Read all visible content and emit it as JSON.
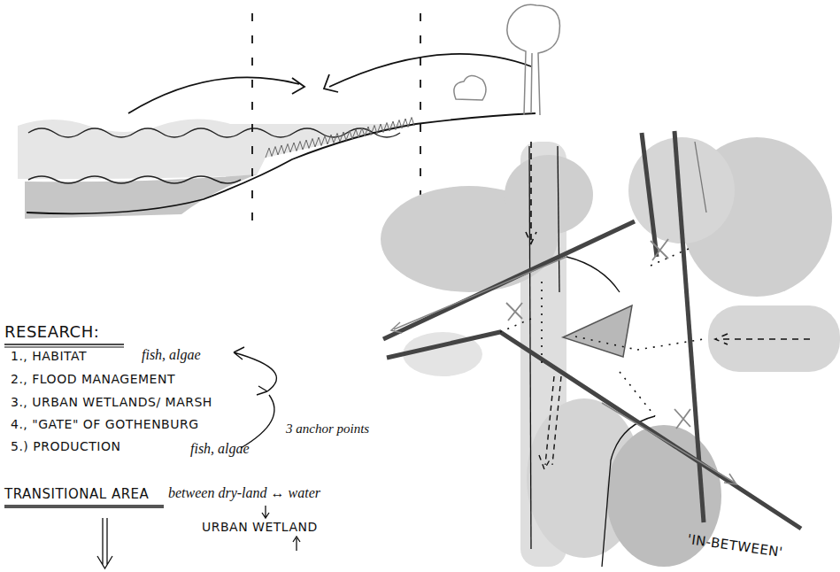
{
  "diagram": {
    "labels": [
      "RESEARCH:",
      "1., HABITAT",
      "fish, algae",
      "2., FLOOD MANAGEMENT",
      "3., URBAN WETLANDS/ MARSH",
      "4., \"GATE\" OF GOTHENBURG",
      "3 anchor points",
      "5.) PRODUCTION",
      "fish, algae",
      "TRANSITIONAL AREA",
      "between dry-land ↔ water",
      "URBAN WETLAND",
      "'IN-BETWEEN'"
    ]
  }
}
